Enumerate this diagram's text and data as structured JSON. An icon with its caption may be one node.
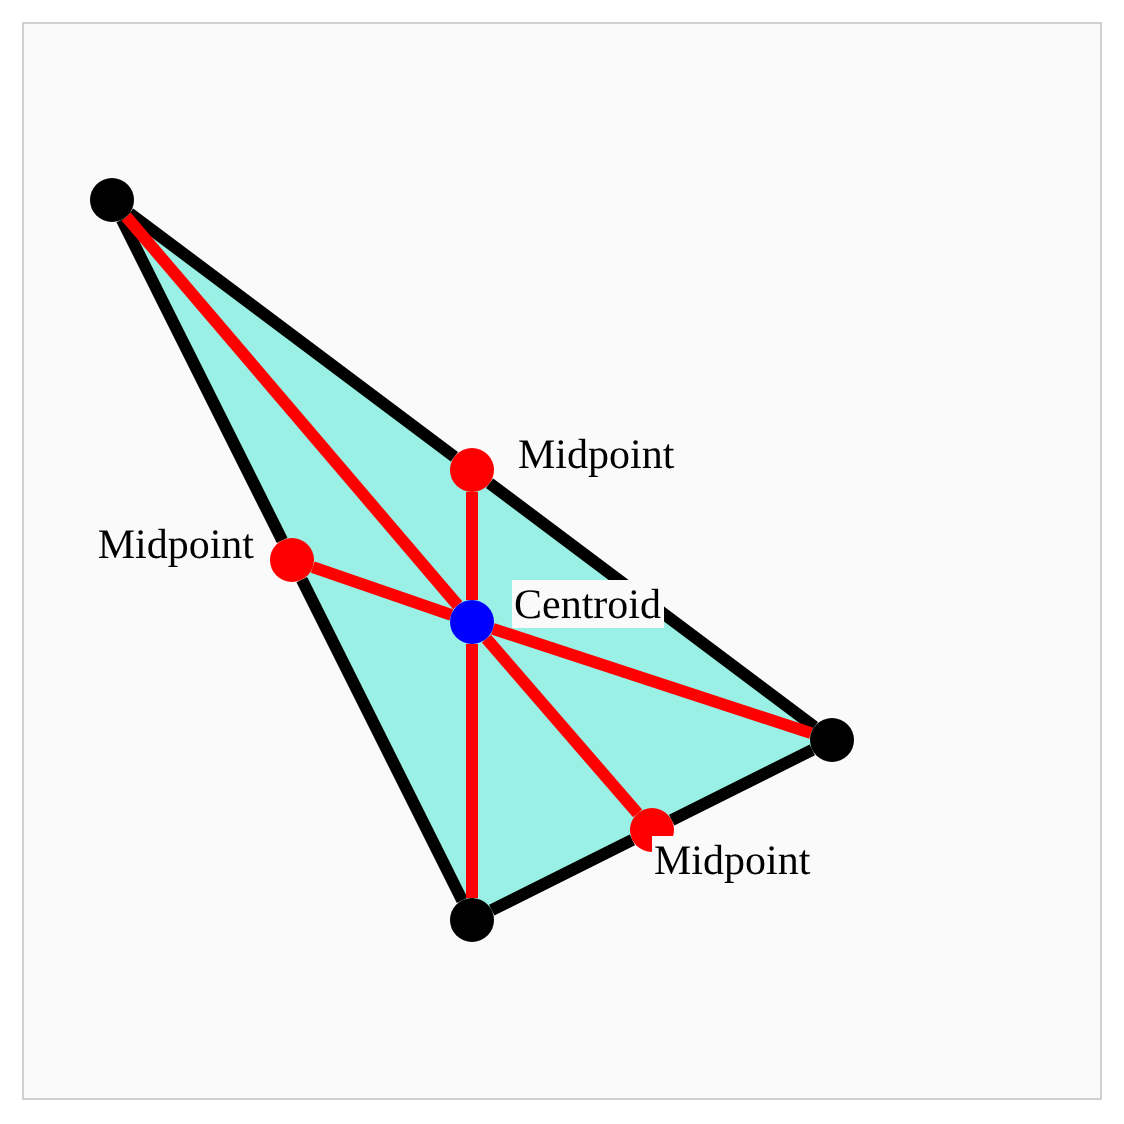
{
  "diagram": {
    "nodes": [
      {
        "text": [],
        "shape": "circle"
      },
      {
        "text": [],
        "shape": "circle",
        "beside": [
          "Midpoint"
        ]
      },
      {
        "text": [],
        "shape": "circle",
        "beside": [
          "Midpoint"
        ]
      },
      {
        "text": [],
        "shape": "circle",
        "beside": [
          "Centroid"
        ]
      },
      {
        "text": [],
        "shape": "circle"
      },
      {
        "text": [],
        "shape": "circle",
        "beside": [
          "Midpoint"
        ]
      },
      {
        "text": [],
        "shape": "circle"
      }
    ],
    "edges": [
      {
        "from": 0,
        "to": 2,
        "arrow": "none"
      },
      {
        "from": 2,
        "to": 6,
        "arrow": "none"
      },
      {
        "from": 6,
        "to": 5,
        "arrow": "none"
      },
      {
        "from": 5,
        "to": 4,
        "arrow": "none"
      },
      {
        "from": 4,
        "to": 1,
        "arrow": "none"
      },
      {
        "from": 1,
        "to": 0,
        "arrow": "none"
      },
      {
        "from": 0,
        "to": 3,
        "arrow": "none",
        "color": "#ff0000"
      },
      {
        "from": 3,
        "to": 5,
        "arrow": "none",
        "color": "#ff0000"
      },
      {
        "from": 6,
        "to": 3,
        "arrow": "none",
        "color": "#ff0000"
      },
      {
        "from": 3,
        "to": 1,
        "arrow": "none",
        "color": "#ff0000"
      },
      {
        "from": 4,
        "to": 3,
        "arrow": "none",
        "color": "#ff0000"
      },
      {
        "from": 3,
        "to": 2,
        "arrow": "none",
        "color": "#ff0000"
      }
    ]
  }
}
